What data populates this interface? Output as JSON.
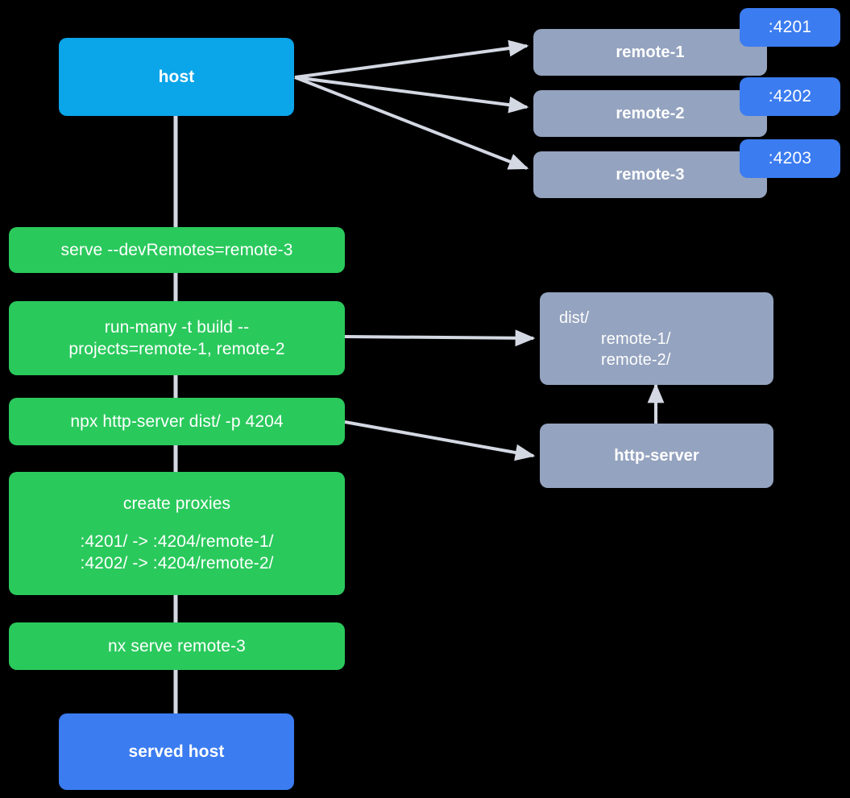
{
  "diagram": {
    "title": "Nx module federation host and remotes serve flow",
    "background": "#000000",
    "edge_color": "#d3d8e3",
    "colors": {
      "host": "#0ba5e9",
      "served_host": "#3b7cf0",
      "command": "#2ac95c",
      "remote": "#94a3bf",
      "port_badge": "#3b7cf0",
      "text": "#ffffff"
    }
  },
  "nodes": {
    "host": {
      "label": "host"
    },
    "served_host": {
      "label": "served host"
    },
    "remotes": [
      {
        "label": "remote-1",
        "port": ":4201"
      },
      {
        "label": "remote-2",
        "port": ":4202"
      },
      {
        "label": "remote-3",
        "port": ":4203"
      }
    ],
    "commands": [
      {
        "id": "serve-devremotes",
        "lines": [
          "serve --devRemotes=remote-3"
        ]
      },
      {
        "id": "run-many-build",
        "lines": [
          "run-many -t build --",
          "projects=remote-1, remote-2"
        ]
      },
      {
        "id": "npx-http-server",
        "lines": [
          "npx http-server dist/ -p 4204"
        ]
      },
      {
        "id": "create-proxies",
        "lines": [
          "create proxies",
          "",
          ":4201/ -> :4204/remote-1/",
          ":4202/ -> :4204/remote-2/"
        ]
      },
      {
        "id": "nx-serve-remote-3",
        "lines": [
          "nx serve remote-3"
        ]
      }
    ],
    "dist": {
      "root": "dist/",
      "children": [
        "remote-1/",
        "remote-2/"
      ]
    },
    "http_server": {
      "label": "http-server"
    }
  },
  "edges": [
    {
      "from": "host",
      "to": "remote-1",
      "arrow": true
    },
    {
      "from": "host",
      "to": "remote-2",
      "arrow": true
    },
    {
      "from": "host",
      "to": "remote-3",
      "arrow": true
    },
    {
      "from": "host",
      "to": "serve-devremotes",
      "arrow": false
    },
    {
      "from": "serve-devremotes",
      "to": "run-many-build",
      "arrow": false
    },
    {
      "from": "run-many-build",
      "to": "npx-http-server",
      "arrow": false
    },
    {
      "from": "npx-http-server",
      "to": "create-proxies",
      "arrow": false
    },
    {
      "from": "create-proxies",
      "to": "nx-serve-remote-3",
      "arrow": false
    },
    {
      "from": "nx-serve-remote-3",
      "to": "served-host",
      "arrow": false
    },
    {
      "from": "run-many-build",
      "to": "dist",
      "arrow": true
    },
    {
      "from": "npx-http-server",
      "to": "http-server",
      "arrow": true
    },
    {
      "from": "http-server",
      "to": "dist",
      "arrow": true
    }
  ]
}
